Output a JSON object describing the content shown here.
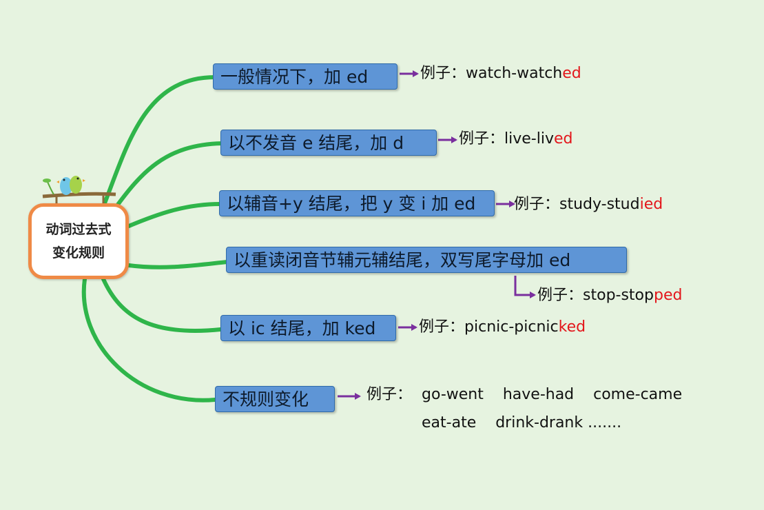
{
  "root": {
    "line1": "动词过去式",
    "line2": "变化规则"
  },
  "branches": [
    {
      "label": "一般情况下，加 ed",
      "example_prefix": "例子：",
      "example_base": "watch-watch",
      "example_suffix": "ed"
    },
    {
      "label": "以不发音 e 结尾，加 d",
      "example_prefix": "例子：",
      "example_base": "live-liv",
      "example_suffix": "ed"
    },
    {
      "label": "以辅音+y 结尾，把 y 变 i 加 ed",
      "example_prefix": "例子：",
      "example_base": "study-stud",
      "example_suffix": "ied"
    },
    {
      "label": "以重读闭音节辅元辅结尾，双写尾字母加 ed",
      "example_prefix": "例子：",
      "example_base": "stop-stop",
      "example_suffix": "ped"
    },
    {
      "label": "以 ic 结尾，加 ked",
      "example_prefix": "例子：",
      "example_base": "picnic-picnic",
      "example_suffix": "ked"
    },
    {
      "label": "不规则变化",
      "example_prefix": "例子：",
      "example_line1": "go-went    have-had    come-came",
      "example_line2": "eat-ate    drink-drank ......."
    }
  ],
  "colors": {
    "branch_line": "#2fb54a",
    "box_fill": "#5e95d6",
    "arrow": "#7a2f9e",
    "highlight": "#e3161b",
    "root_border": "#ef8a46"
  },
  "icons": [
    "birds-on-branch-icon"
  ]
}
